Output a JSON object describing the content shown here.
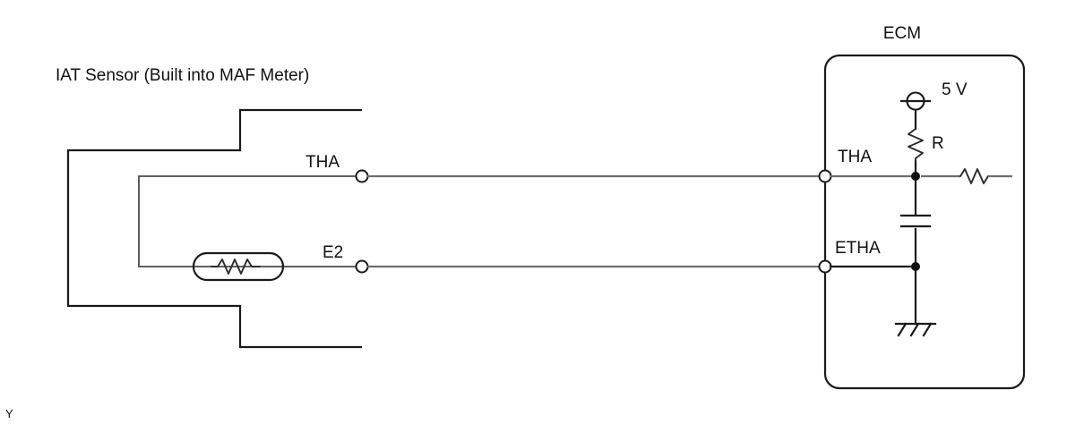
{
  "diagram": {
    "type": "automotive-wiring-schematic",
    "background_color": "#ffffff",
    "line_color": "#1a1a1a",
    "wire_color": "#6e6e6e",
    "sensor": {
      "title": "IAT Sensor (Built into MAF Meter)",
      "terminals": [
        {
          "label": "THA"
        },
        {
          "label": "E2"
        }
      ],
      "component": "thermistor"
    },
    "ecm": {
      "title": "ECM",
      "terminals": [
        {
          "label": "THA"
        },
        {
          "label": "ETHA"
        }
      ],
      "supply_label": "5 V",
      "resistor_label": "R",
      "components": [
        "voltage-source",
        "pull-up-resistor",
        "series-resistor",
        "capacitor",
        "chassis-ground"
      ]
    },
    "corner_mark": "Y"
  }
}
